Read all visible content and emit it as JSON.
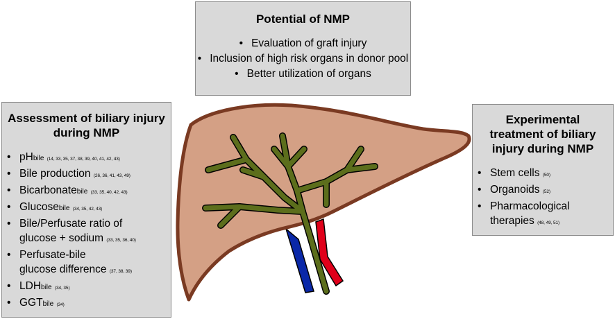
{
  "potential": {
    "title": "Potential of NMP",
    "items": [
      "Evaluation of graft injury",
      "Inclusion of high risk organs in donor pool",
      "Better utilization of organs"
    ]
  },
  "assessment": {
    "title_line1": "Assessment of biliary injury",
    "title_line2": "during NMP",
    "items": [
      {
        "text": "pH",
        "sub": "bile",
        "ref": "(14, 33, 35, 37, 38, 39, 40, 41, 42, 43)"
      },
      {
        "text": "Bile production",
        "ref": "(26, 36, 41, 43, 49)"
      },
      {
        "text": "Bicarbonate",
        "sub": "bile",
        "ref": "(33, 35, 40, 42, 43)"
      },
      {
        "text": "Glucose",
        "sub": "bile",
        "ref": "(34, 35, 42, 43)"
      },
      {
        "line1": "Bile/Perfusate ratio of",
        "line2": "glucose + sodium",
        "ref": "(33, 35, 36, 40)"
      },
      {
        "line1": "Perfusate-bile",
        "line2": "glucose difference",
        "ref": "(37, 38, 39)"
      },
      {
        "text": "LDH",
        "sub": "bile",
        "ref": "(34, 35)"
      },
      {
        "text": "GGT",
        "sub": "bile",
        "ref": "(34)"
      }
    ]
  },
  "experimental": {
    "title_line1": "Experimental",
    "title_line2": "treatment of biliary",
    "title_line3": "injury during NMP",
    "items": [
      {
        "text": "Stem cells",
        "ref": "(50)"
      },
      {
        "text": "Organoids",
        "ref": "(52)"
      },
      {
        "line1": "Pharmacological",
        "line2": "therapies",
        "ref": "(48, 49, 51)"
      }
    ]
  },
  "bullet_glyph": "•",
  "colors": {
    "box_fill": "#d9d9d9",
    "liver_fill": "#d4a085",
    "liver_outline": "#7a3a22",
    "bile_duct": "#5c6e1c",
    "artery": "#e0001a",
    "portal_vein": "#0a28a8"
  }
}
